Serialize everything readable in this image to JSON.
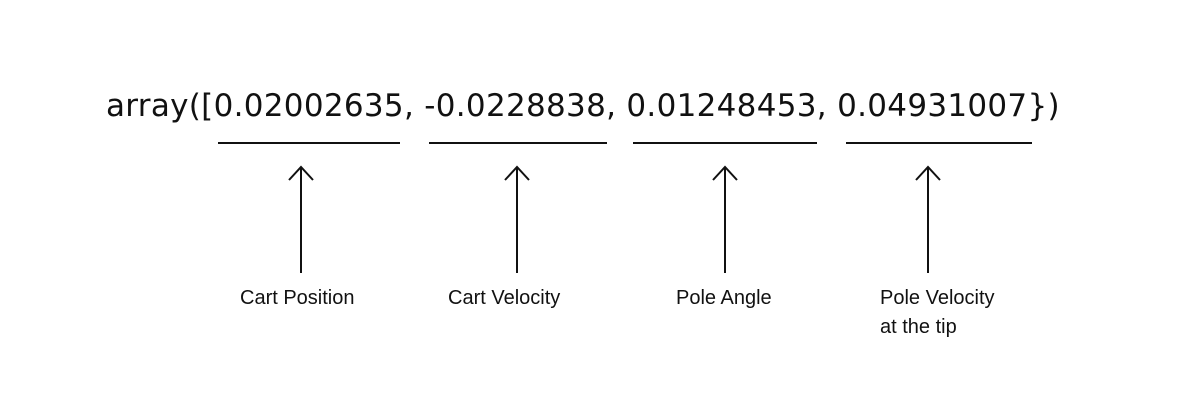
{
  "array_text": {
    "prefix": "array([",
    "values": [
      "0.02002635",
      "-0.0228838",
      "0.01248453",
      "0.04931007"
    ],
    "separator": ", ",
    "suffix": "})"
  },
  "labels": [
    {
      "line1": "Cart Position",
      "line2": ""
    },
    {
      "line1": "Cart Velocity",
      "line2": ""
    },
    {
      "line1": "Pole Angle",
      "line2": ""
    },
    {
      "line1": "Pole Velocity",
      "line2": "at the tip"
    }
  ],
  "colors": {
    "ink": "#111111",
    "background": "#ffffff"
  }
}
